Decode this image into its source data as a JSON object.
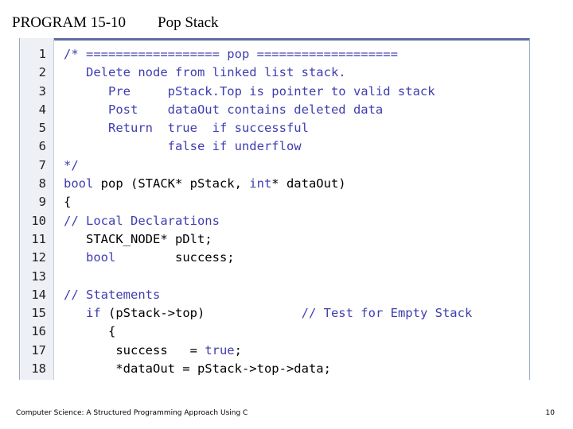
{
  "header": {
    "program_number": "PROGRAM 15-10",
    "title": "Pop Stack"
  },
  "code": {
    "lines": [
      {
        "num": "1",
        "segments": [
          {
            "text": "/* ================== pop ===================",
            "style": "comment"
          }
        ]
      },
      {
        "num": "2",
        "segments": [
          {
            "text": "   Delete node from linked list stack.",
            "style": "comment"
          }
        ]
      },
      {
        "num": "3",
        "segments": [
          {
            "text": "      Pre     pStack.Top is pointer to valid stack",
            "style": "comment"
          }
        ]
      },
      {
        "num": "4",
        "segments": [
          {
            "text": "      Post    dataOut contains deleted data",
            "style": "comment"
          }
        ]
      },
      {
        "num": "5",
        "segments": [
          {
            "text": "      Return  true  if successful",
            "style": "comment"
          }
        ]
      },
      {
        "num": "6",
        "segments": [
          {
            "text": "              false if underflow",
            "style": "comment"
          }
        ]
      },
      {
        "num": "7",
        "segments": [
          {
            "text": "*/",
            "style": "comment"
          }
        ]
      },
      {
        "num": "8",
        "segments": [
          {
            "text": "bool",
            "style": "keyword"
          },
          {
            "text": " pop (STACK* pStack, ",
            "style": "text"
          },
          {
            "text": "int",
            "style": "keyword"
          },
          {
            "text": "* dataOut)",
            "style": "text"
          }
        ]
      },
      {
        "num": "9",
        "segments": [
          {
            "text": "{",
            "style": "text"
          }
        ]
      },
      {
        "num": "10",
        "segments": [
          {
            "text": "// Local Declarations",
            "style": "comment"
          }
        ]
      },
      {
        "num": "11",
        "segments": [
          {
            "text": "   STACK_NODE* pDlt;",
            "style": "text"
          }
        ]
      },
      {
        "num": "12",
        "segments": [
          {
            "text": "   ",
            "style": "text"
          },
          {
            "text": "bool",
            "style": "keyword"
          },
          {
            "text": "        success;",
            "style": "text"
          }
        ]
      },
      {
        "num": "13",
        "segments": []
      },
      {
        "num": "14",
        "segments": [
          {
            "text": "// Statements",
            "style": "comment"
          }
        ]
      },
      {
        "num": "15",
        "segments": [
          {
            "text": "   ",
            "style": "text"
          },
          {
            "text": "if",
            "style": "keyword"
          },
          {
            "text": " (pStack->top)             ",
            "style": "text"
          },
          {
            "text": "// Test for Empty Stack",
            "style": "comment"
          }
        ]
      },
      {
        "num": "16",
        "segments": [
          {
            "text": "      {",
            "style": "text"
          }
        ]
      },
      {
        "num": "17",
        "segments": [
          {
            "text": "       success   = ",
            "style": "text"
          },
          {
            "text": "true",
            "style": "keyword"
          },
          {
            "text": ";",
            "style": "text"
          }
        ]
      },
      {
        "num": "18",
        "segments": [
          {
            "text": "       *dataOut = pStack->top->data;",
            "style": "text"
          }
        ]
      }
    ]
  },
  "footer": {
    "text": "Computer Science: A Structured Programming Approach Using C",
    "page_number": "10"
  }
}
